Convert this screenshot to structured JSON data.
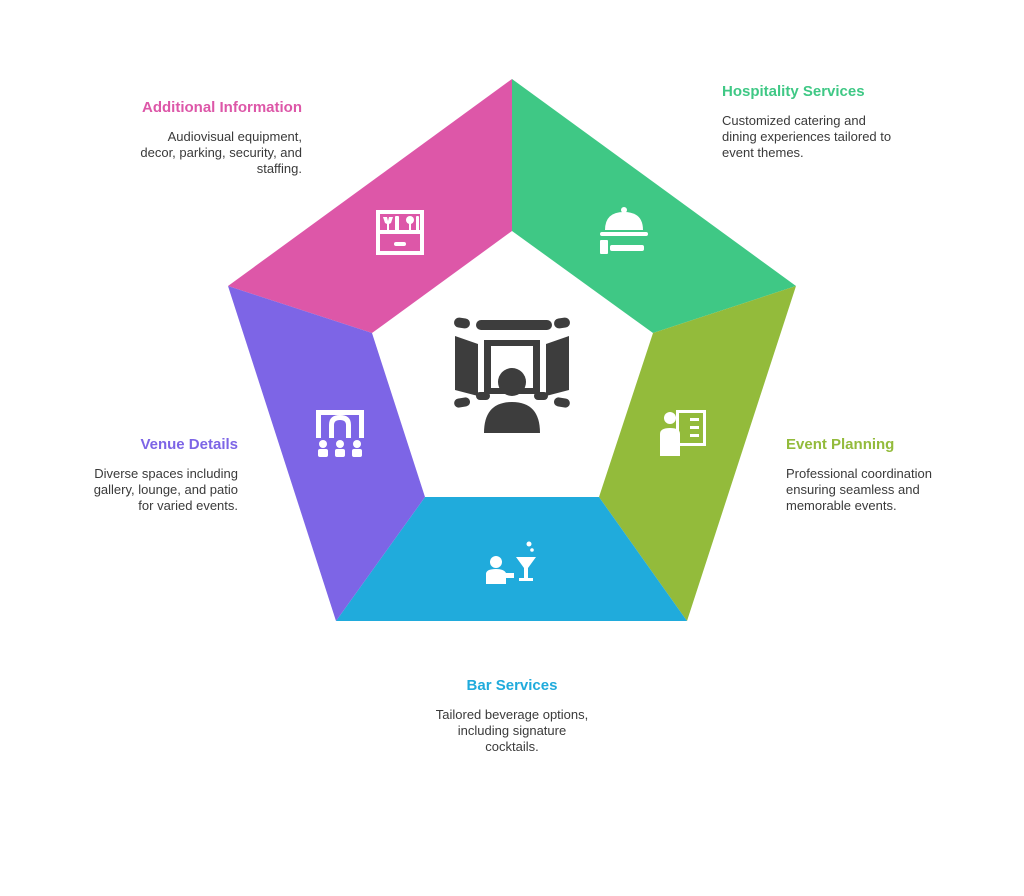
{
  "colors": {
    "additional": "#DD57A8",
    "hospitality": "#3FC885",
    "event": "#93BB3B",
    "bar": "#20ABDC",
    "venue": "#7D65E6",
    "center_icon": "#3d3d3d",
    "description": "#3a3a3a"
  },
  "center": {
    "icon": "theater-audience-icon"
  },
  "sections": {
    "additional": {
      "title": "Additional Information",
      "description": "Audiovisual equipment, decor, parking, security, and staffing.",
      "icon": "toolbox-icon"
    },
    "hospitality": {
      "title": "Hospitality Services",
      "description": "Customized catering and dining experiences tailored to event themes.",
      "icon": "serving-cloche-icon"
    },
    "event": {
      "title": "Event Planning",
      "description": "Professional coordination ensuring seamless and memorable events.",
      "icon": "planner-checklist-icon"
    },
    "bar": {
      "title": "Bar Services",
      "description": "Tailored beverage options, including signature cocktails.",
      "icon": "bartender-cocktail-icon"
    },
    "venue": {
      "title": "Venue Details",
      "description": "Diverse spaces including gallery, lounge, and patio for varied events.",
      "icon": "venue-people-icon"
    }
  }
}
